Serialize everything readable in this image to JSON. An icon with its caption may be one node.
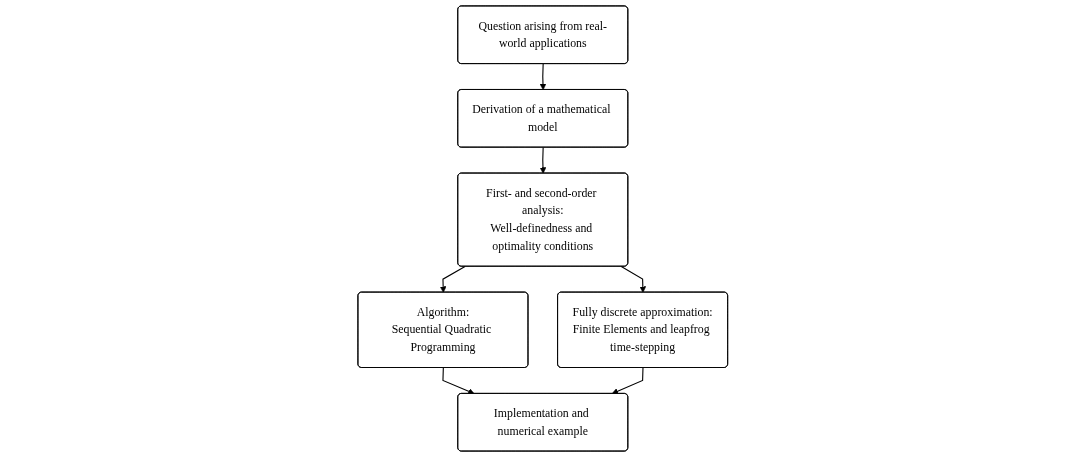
{
  "diagram": {
    "nodes": [
      {
        "text": [
          "Question arising from real-world applications"
        ]
      },
      {
        "text": [
          "Derivation of a mathematical model"
        ]
      },
      {
        "text": [
          "First- and second-order analysis:",
          "Well-definedness and optimality conditions"
        ]
      },
      {
        "text": [
          "Algorithm:",
          "Sequential Quadratic Programming"
        ]
      },
      {
        "text": [
          "Fully discrete approximation:",
          "Finite Elements and leapfrog time-stepping"
        ]
      },
      {
        "text": [
          "Implementation and numerical example"
        ]
      }
    ],
    "edges": [
      {
        "from": 0,
        "to": 1,
        "arrow": "to"
      },
      {
        "from": 1,
        "to": 2,
        "arrow": "to"
      },
      {
        "from": 2,
        "to": 3,
        "arrow": "to"
      },
      {
        "from": 2,
        "to": 4,
        "arrow": "to"
      },
      {
        "from": 3,
        "to": 5,
        "arrow": "to"
      },
      {
        "from": 4,
        "to": 5,
        "arrow": "to"
      }
    ]
  }
}
